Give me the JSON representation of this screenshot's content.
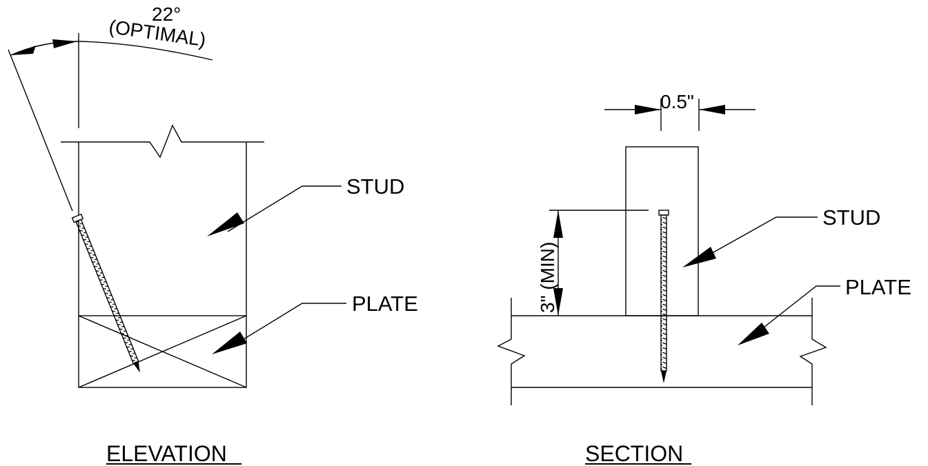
{
  "elevation": {
    "angle_label": "22°",
    "angle_note": "(OPTIMAL)",
    "stud_label": "STUD",
    "plate_label": "PLATE",
    "title": "ELEVATION"
  },
  "section": {
    "width_label": "0.5\"",
    "depth_label": "3\" (MIN)",
    "stud_label": "STUD",
    "plate_label": "PLATE",
    "title": "SECTION"
  }
}
